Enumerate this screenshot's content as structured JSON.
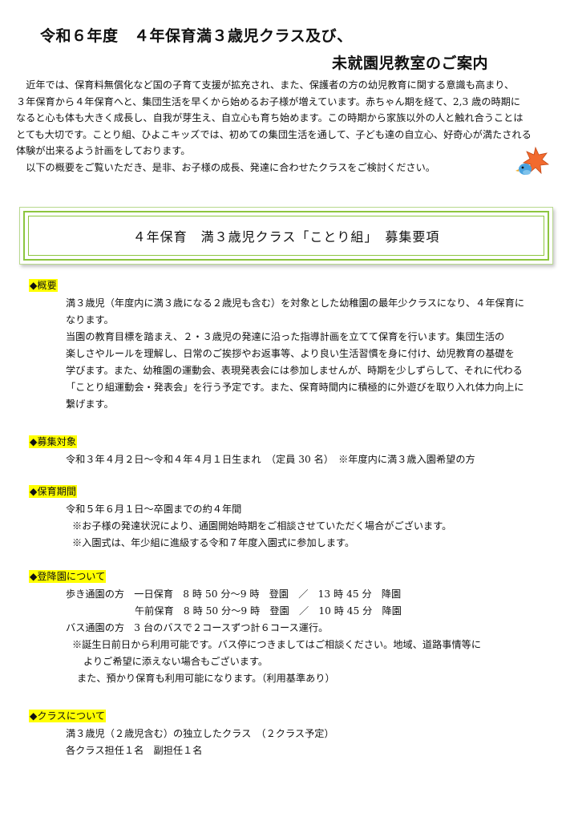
{
  "title": {
    "line1": "令和６年度　４年保育満３歳児クラス及び、",
    "line2": "未就園児教室のご案内"
  },
  "intro": [
    "近年では、保育料無償化など国の子育て支援が拡充され、また、保護者の方の幼児教育に関する意識も高まり、",
    "３年保育から４年保育へと、集団生活を早くから始めるお子様が増えています。赤ちゃん期を経て、2,3 歳の時期に",
    "なると心も体も大きく成長し、自我が芽生え、自立心も育ち始めます。この時期から家族以外の人と触れ合うことは",
    "とても大切です。ことり組、ひよこキッズでは、初めての集団生活を通して、子ども達の自立心、好奇心が満たされる",
    "体験が出来るよう計画をしております。",
    "以下の概要をご覧いただき、是非、お子様の成長、発達に合わせたクラスをご検討ください。"
  ],
  "mascot_icon": "bird-with-leaf-icon",
  "box_title": "４年保育　満３歳児クラス「ことり組」　募集要項",
  "sections": {
    "overview": {
      "heading": "◆概要",
      "lines": [
        "満３歳児（年度内に満３歳になる２歳児も含む）を対象とした幼稚園の最年少クラスになり、４年保育に",
        "なります。",
        "当園の教育目標を踏まえ、２・３歳児の発達に沿った指導計画を立てて保育を行います。集団生活の",
        "楽しさやルールを理解し、日常のご挨拶やお返事等、より良い生活習慣を身に付け、幼児教育の基礎を",
        "学びます。また、幼稚園の運動会、表現発表会には参加しませんが、時期を少しずらして、それに代わる",
        "「ことり組運動会・発表会」を行う予定です。また、保育時間内に積極的に外遊びを取り入れ体力向上に",
        "繋げます。"
      ]
    },
    "target": {
      "heading": "◆募集対象",
      "lines": [
        "令和３年４月２日～令和４年４月１日生まれ　（定員 30 名）　※年度内に満３歳入園希望の方"
      ]
    },
    "period": {
      "heading": "◆保育期間",
      "lines": [
        "令和５年６月１日～卒園までの約４年間",
        "※お子様の発達状況により、通園開始時期をご相談させていただく場合がございます。",
        "※入園式は、年少組に進級する令和７年度入園式に参加します。"
      ]
    },
    "commute": {
      "heading": "◆登降園について",
      "lines": [
        "歩き通園の方　一日保育　8 時 50 分～9 時　登園　／　13 時 45 分　降園",
        "午前保育　8 時 50 分～9 時　登園　／　10 時 45 分　降園",
        "バス通園の方　3 台のバスで２コースずつ計６コース運行。",
        "※誕生日前日から利用可能です。バス停につきましてはご相談ください。地域、道路事情等に",
        "よりご希望に添えない場合もございます。",
        "また、預かり保育も利用可能になります。（利用基準あり）"
      ]
    },
    "class": {
      "heading": "◆クラスについて",
      "lines": [
        "満３歳児（２歳児含む）の独立したクラス　（２クラス予定）",
        "各クラス担任１名　副担任１名"
      ]
    }
  }
}
